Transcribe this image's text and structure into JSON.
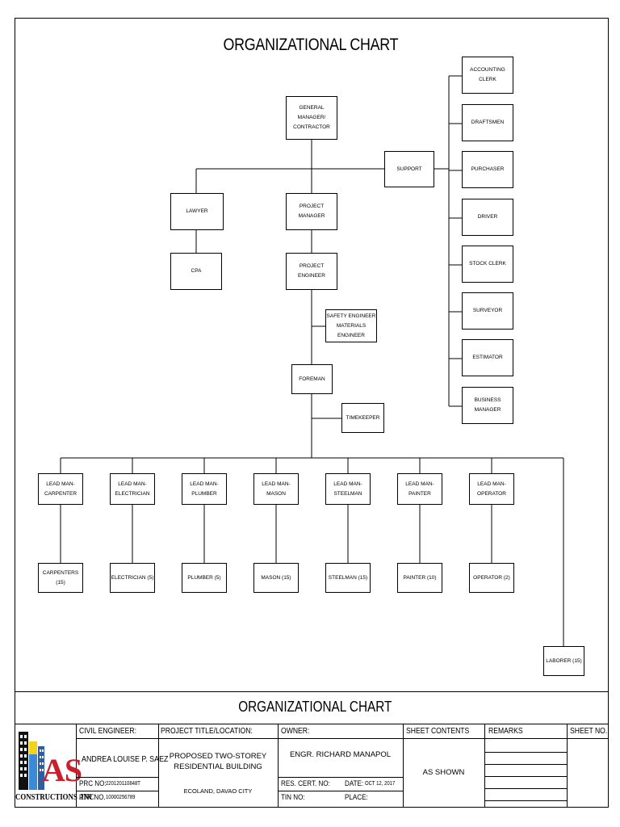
{
  "title": "ORGANIZATIONAL CHART",
  "chart": {
    "general_manager": [
      "GENERAL MANAGER/",
      "CONTRACTOR"
    ],
    "support": [
      "SUPPORT"
    ],
    "support_staff": [
      [
        "ACCOUNTING CLERK"
      ],
      [
        "DRAFTSMEN"
      ],
      [
        "PURCHASER"
      ],
      [
        "DRIVER"
      ],
      [
        "STOCK CLERK"
      ],
      [
        "SURVEYOR"
      ],
      [
        "ESTIMATOR"
      ],
      [
        "BUSINESS MANAGER"
      ]
    ],
    "lawyer": [
      "LAWYER"
    ],
    "cpa": [
      "CPA"
    ],
    "project_manager": [
      "PROJECT MANAGER"
    ],
    "project_engineer": [
      "PROJECT ENGINEER"
    ],
    "safety": [
      "SAFETY ENGINEER",
      "MATERIALS ENGINEER"
    ],
    "foreman": [
      "FOREMAN"
    ],
    "timekeeper": [
      "TIMEKEEPER"
    ],
    "lead_men": [
      [
        "LEAD MAN-",
        "CARPENTER"
      ],
      [
        "LEAD MAN-",
        "ELECTRICIAN"
      ],
      [
        "LEAD MAN-",
        "PLUMBER"
      ],
      [
        "LEAD MAN-",
        "MASON"
      ],
      [
        "LEAD MAN-",
        "STEELMAN"
      ],
      [
        "LEAD MAN-",
        "PAINTER"
      ],
      [
        "LEAD MAN-",
        "OPERATOR"
      ]
    ],
    "workers": [
      [
        "CARPENTERS (15)"
      ],
      [
        "ELECTRICIAN (5)"
      ],
      [
        "PLUMBER (5)"
      ],
      [
        "MASON (15)"
      ],
      [
        "STEELMAN (15)"
      ],
      [
        "PAINTER (10)"
      ],
      [
        "OPERATOR (2)"
      ]
    ],
    "laborer": [
      "LABORER (15)"
    ]
  },
  "title_block": {
    "sheet_title": "ORGANIZATIONAL CHART",
    "logo_text": "AS",
    "logo_caption": "CONSTRUCTIONS .INC",
    "civil_engineer_label": "CIVIL ENGINEER:",
    "civil_engineer_name": "ANDREA LOUISE P. SAEZ",
    "prc_label": "PRC NO:",
    "prc_value": "2201201108​48T",
    "ptr_label": "PTR NO.",
    "ptr_value": "10000256789",
    "project_label": "PROJECT TITLE/LOCATION:",
    "project_line1": "PROPOSED TWO-STOREY",
    "project_line2": "RESIDENTIAL BUILDING",
    "project_location": "ECOLAND, DAVAO CITY",
    "owner_label": "OWNER:",
    "owner_name": "ENGR. RICHARD MANAPOL",
    "res_cert_label": "RES. CERT. NO:",
    "date_label": "DATE:",
    "date_value": "OCT 12, 2017",
    "tin_label": "TIN NO:",
    "place_label": "PLACE:",
    "sheet_contents_label": "SHEET CONTENTS",
    "sheet_contents_value": "AS SHOWN",
    "remarks_label": "REMARKS",
    "sheet_no_label": "SHEET NO."
  }
}
